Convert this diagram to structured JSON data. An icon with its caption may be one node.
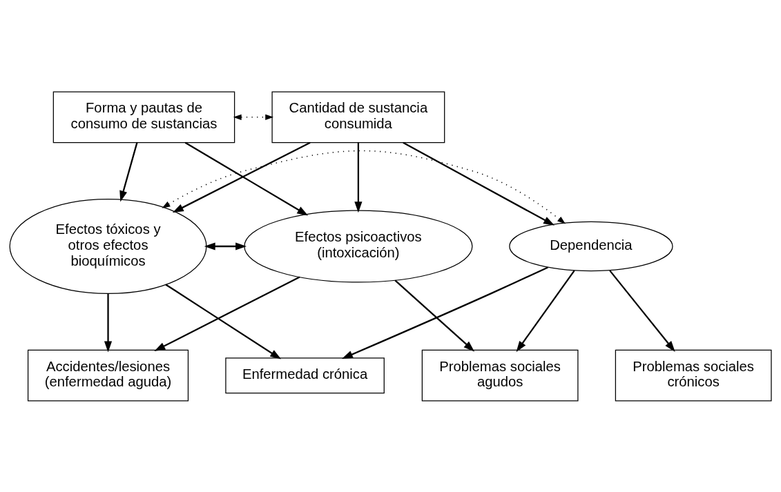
{
  "diagram": {
    "nodes": [
      {
        "text": [
          "Forma y pautas de consumo de sustancias"
        ]
      },
      {
        "text": [
          "Cantidad de sustancia consumida"
        ]
      },
      {
        "text": [
          "Efectos psicoactivos (intoxicación)"
        ]
      },
      {
        "text": [
          "Efectos tóxicos y otros efectos bioquímicos"
        ]
      },
      {
        "text": [
          "Dependencia"
        ]
      },
      {
        "text": [
          "Enfermedad crónica"
        ]
      },
      {
        "text": [
          "Accidentes/lesiones (enfermedad aguda)"
        ]
      },
      {
        "text": [
          "Problemas sociales agudos"
        ]
      },
      {
        "text": [
          "Problemas sociales crónicos"
        ]
      }
    ],
    "edges": [
      {
        "from": 0,
        "to": 1,
        "arrow": "both",
        "style": "dashed"
      },
      {
        "from": 0,
        "to": 3,
        "arrow": "to"
      },
      {
        "from": 0,
        "to": 2,
        "arrow": "to"
      },
      {
        "from": 1,
        "to": 3,
        "arrow": "to"
      },
      {
        "from": 1,
        "to": 2,
        "arrow": "to"
      },
      {
        "from": 1,
        "to": 4,
        "arrow": "to"
      },
      {
        "from": 3,
        "to": 2,
        "arrow": "both"
      },
      {
        "from": 3,
        "to": 4,
        "arrow": "both",
        "style": "dashed"
      },
      {
        "from": 3,
        "to": 5,
        "arrow": "to"
      },
      {
        "from": 3,
        "to": 6,
        "arrow": "to"
      },
      {
        "from": 4,
        "to": 5,
        "arrow": "to"
      },
      {
        "from": 2,
        "to": 6,
        "arrow": "to"
      },
      {
        "from": 2,
        "to": 7,
        "arrow": "to"
      },
      {
        "from": 4,
        "to": 7,
        "arrow": "to"
      },
      {
        "from": 4,
        "to": 8,
        "arrow": "to"
      }
    ]
  }
}
